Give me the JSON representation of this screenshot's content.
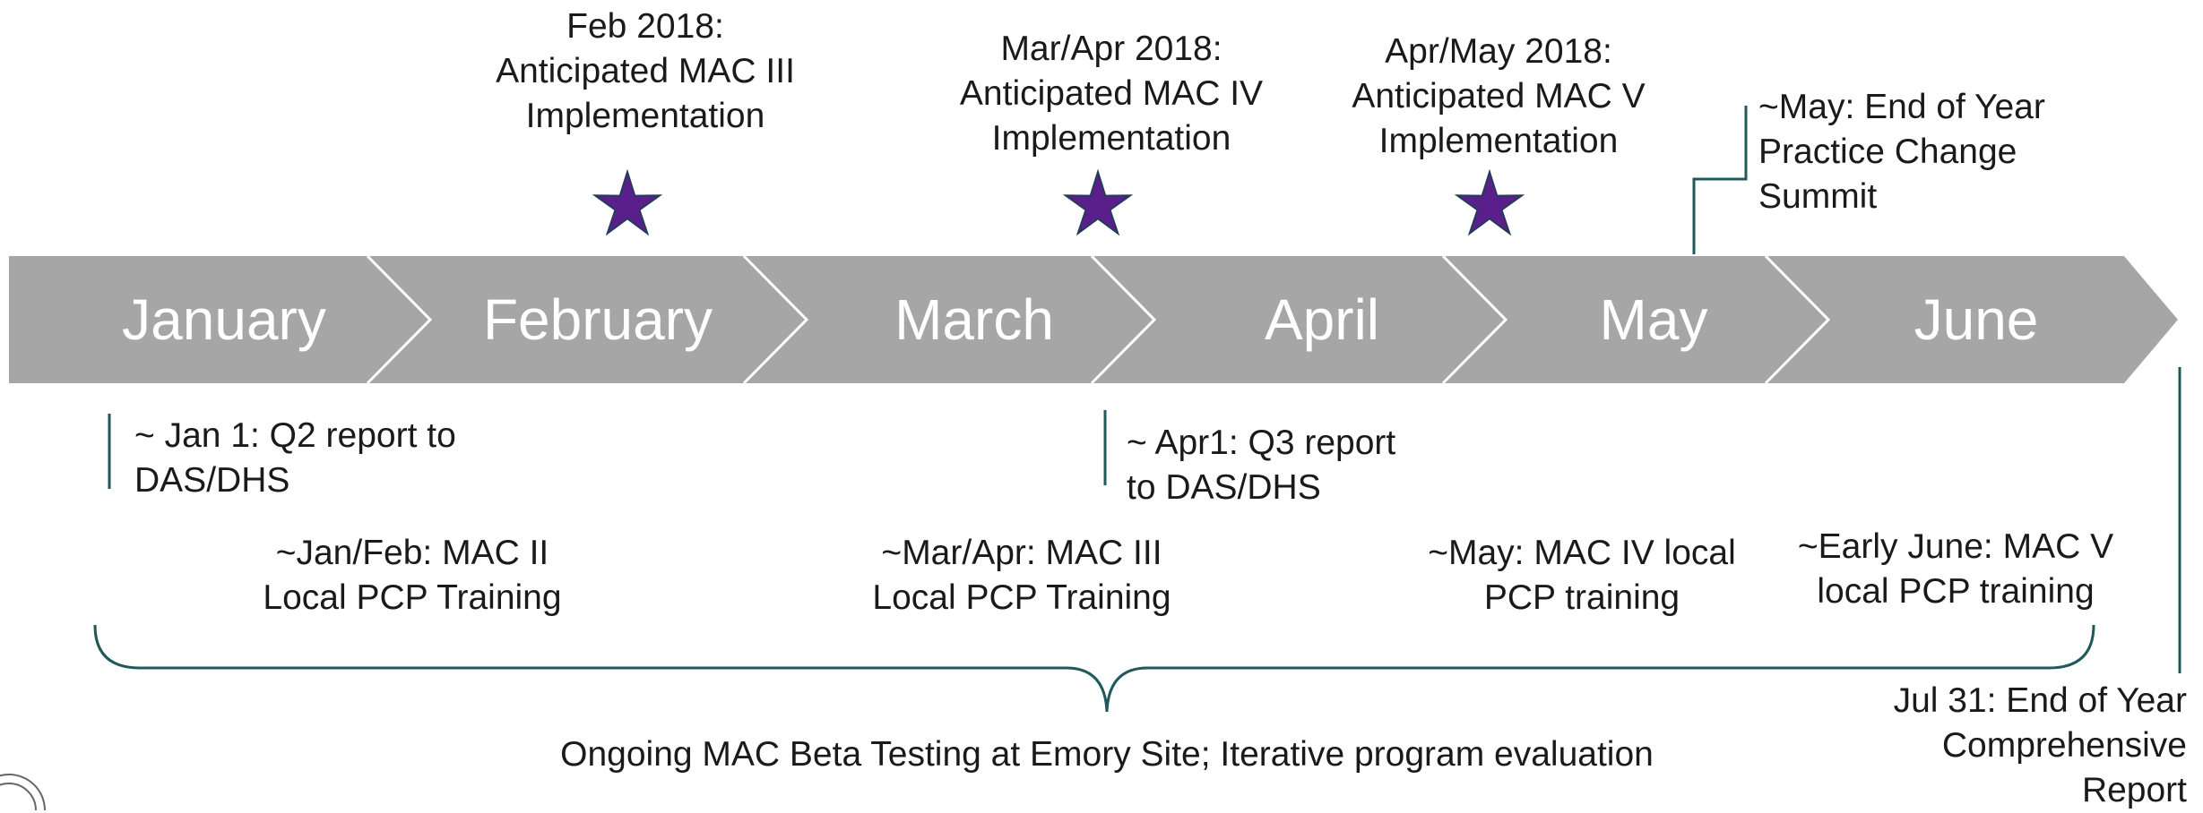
{
  "colors": {
    "band": "#a6a6a6",
    "band_text": "#ffffff",
    "separator": "#ffffff",
    "star_fill": "#5b1f8c",
    "star_stroke": "#243b5a",
    "connector": "#1f5a5a",
    "text": "#1a1a1a"
  },
  "months": [
    "January",
    "February",
    "March",
    "April",
    "May",
    "June"
  ],
  "milestones_above": [
    {
      "lines": [
        "Feb 2018:",
        "Anticipated MAC III",
        "Implementation"
      ],
      "icon": "star-icon"
    },
    {
      "lines": [
        "Mar/Apr 2018:",
        "Anticipated MAC IV",
        "Implementation"
      ],
      "icon": "star-icon"
    },
    {
      "lines": [
        "Apr/May 2018:",
        "Anticipated MAC V",
        "Implementation"
      ],
      "icon": "star-icon"
    }
  ],
  "summit_note": {
    "lines": [
      "~May: End of Year",
      "Practice Change",
      "Summit"
    ]
  },
  "report_notes": [
    {
      "lines": [
        "~ Jan 1: Q2 report to",
        "DAS/DHS"
      ]
    },
    {
      "lines": [
        "~ Apr1: Q3 report",
        "to DAS/DHS"
      ]
    }
  ],
  "training_notes": [
    {
      "lines": [
        "~Jan/Feb: MAC II",
        "Local PCP Training"
      ]
    },
    {
      "lines": [
        "~Mar/Apr: MAC III",
        "Local PCP Training"
      ]
    },
    {
      "lines": [
        "~May: MAC IV local",
        "PCP training"
      ]
    },
    {
      "lines": [
        "~Early June: MAC V",
        "local PCP training"
      ]
    }
  ],
  "brace_label": "Ongoing MAC Beta Testing at Emory Site; Iterative program evaluation",
  "final_report": {
    "lines": [
      "Jul 31: End of Year",
      "Comprehensive",
      "Report"
    ]
  }
}
